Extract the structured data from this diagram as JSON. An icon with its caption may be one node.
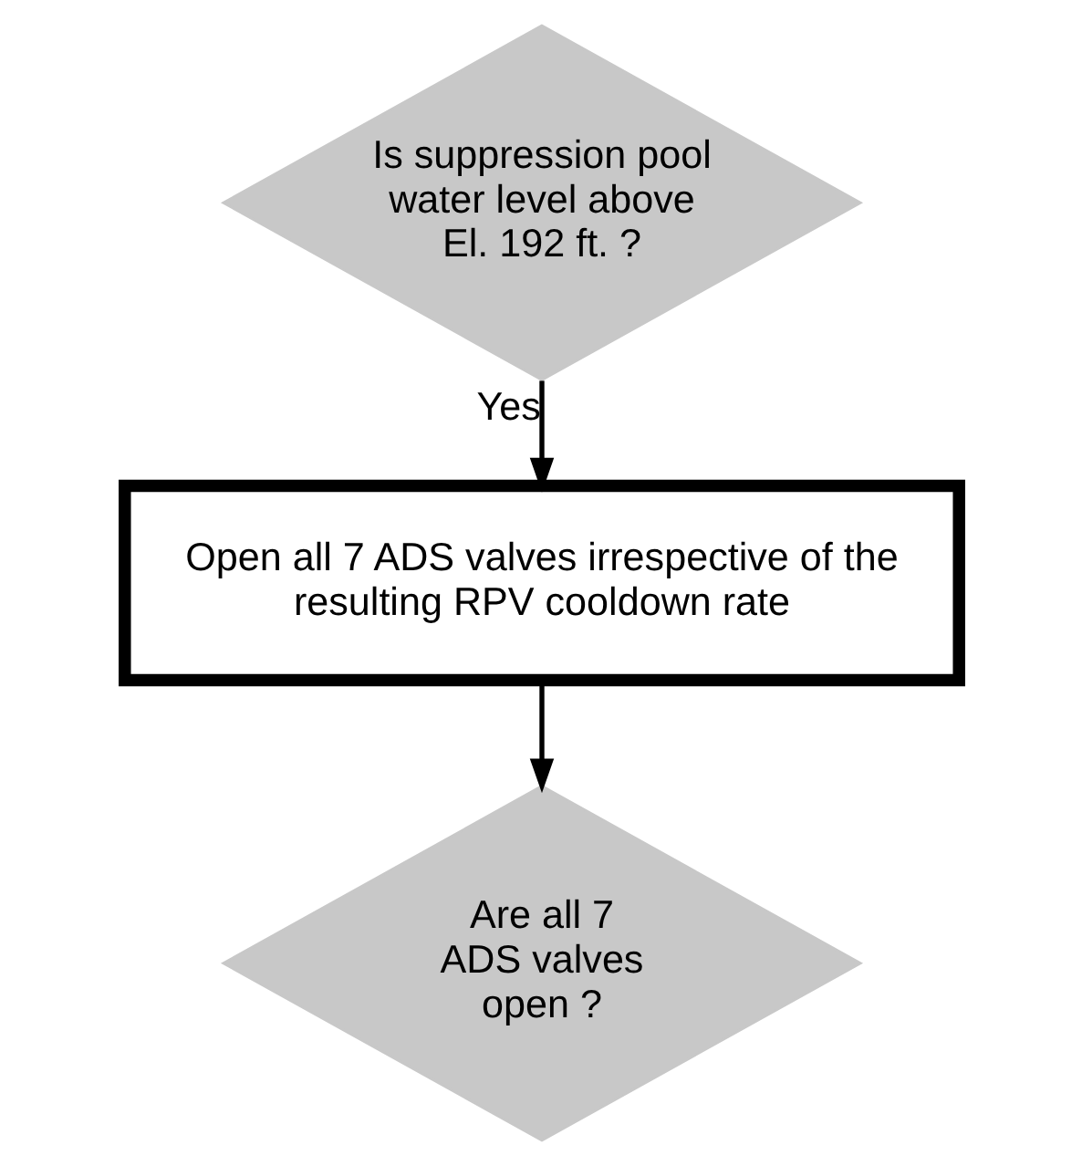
{
  "diagram": {
    "nodes": [
      {
        "text": [
          "Is suppression pool water level above El. 192 ft. ?"
        ]
      },
      {
        "text": [
          "Open all 7 ADS valves irrespective of the resulting RPV cooldown rate"
        ]
      },
      {
        "text": [
          "Are all 7 ADS valves open ?"
        ]
      }
    ],
    "edges": [
      {
        "from": 0,
        "to": 1,
        "arrow": "to",
        "label": "Yes"
      },
      {
        "from": 1,
        "to": 2,
        "arrow": "to"
      }
    ]
  }
}
